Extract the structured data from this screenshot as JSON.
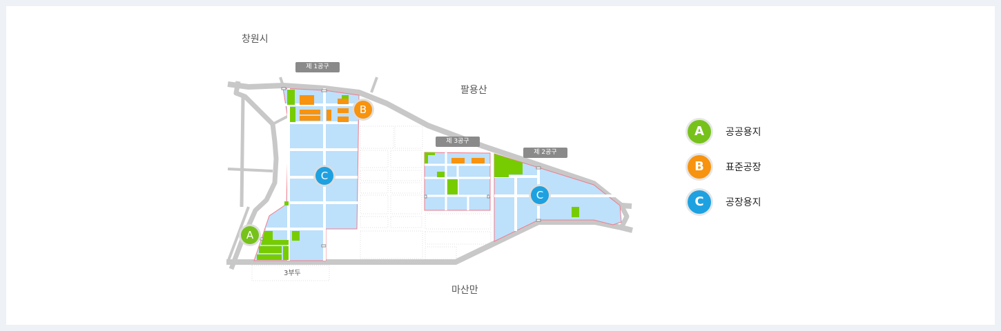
{
  "places": {
    "changwon": "창원시",
    "palyongsan": "팔용산",
    "masan_bay": "마산만",
    "pier3": "3부두"
  },
  "zones": {
    "zone1": "제 1공구",
    "zone2": "제 2공구",
    "zone3": "제 3공구"
  },
  "markers": {
    "a": "A",
    "b": "B",
    "c": "C"
  },
  "legend": [
    {
      "letter": "A",
      "label": "공공용지",
      "color": "#76c21b"
    },
    {
      "letter": "B",
      "label": "표준공장",
      "color": "#f7930f"
    },
    {
      "letter": "C",
      "label": "공장용지",
      "color": "#1ea1e0"
    }
  ]
}
